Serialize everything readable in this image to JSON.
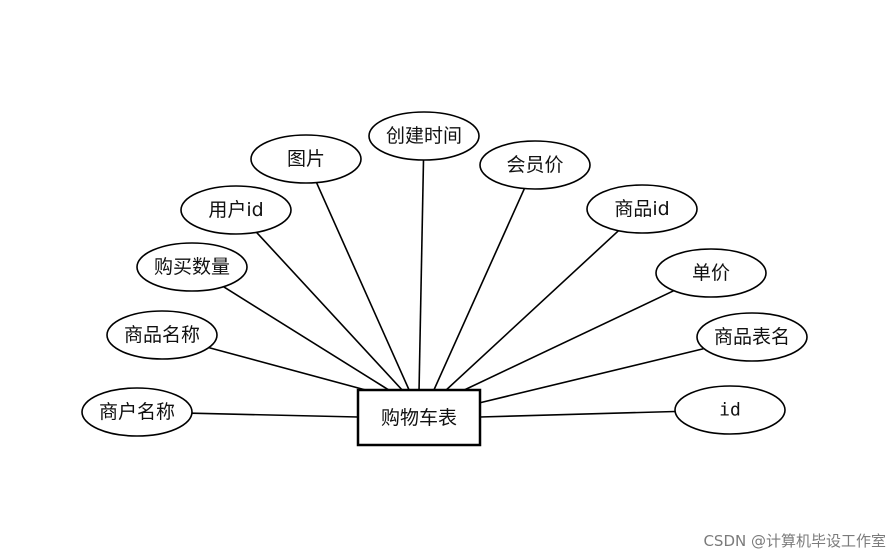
{
  "entity": {
    "label": "购物车表"
  },
  "attributes": [
    {
      "key": "merchant_name",
      "label": "商户名称"
    },
    {
      "key": "product_name",
      "label": "商品名称"
    },
    {
      "key": "purchase_quantity",
      "label": "购买数量"
    },
    {
      "key": "user_id",
      "label": "用户id"
    },
    {
      "key": "image",
      "label": "图片"
    },
    {
      "key": "created_time",
      "label": "创建时间"
    },
    {
      "key": "member_price",
      "label": "会员价"
    },
    {
      "key": "product_id",
      "label": "商品id"
    },
    {
      "key": "unit_price",
      "label": "单价"
    },
    {
      "key": "product_table_name",
      "label": "商品表名"
    },
    {
      "key": "id",
      "label": "id"
    }
  ],
  "watermark": "CSDN @计算机毕设工作室",
  "colors": {
    "stroke": "#000000",
    "background": "#ffffff",
    "text": "#111111",
    "watermark": "#7b7b7b"
  }
}
